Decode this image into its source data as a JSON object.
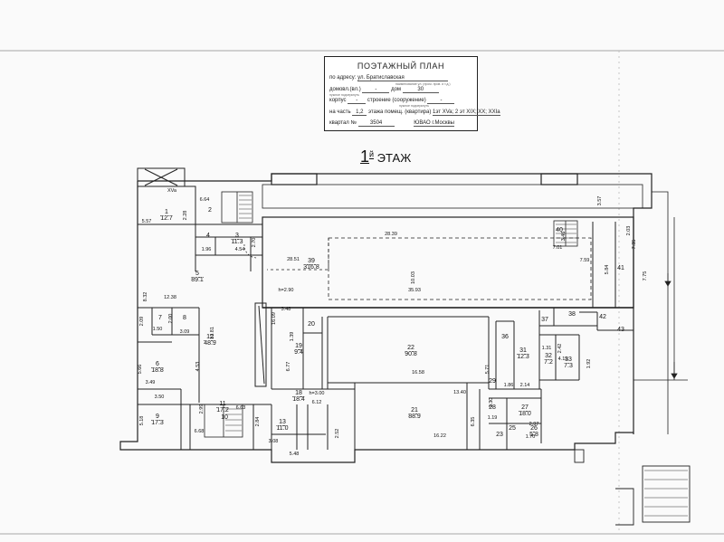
{
  "stamp": {
    "title": "ПОЭТАЖНЫЙ ПЛАН",
    "address_label": "по адресу:",
    "address_value": "ул. Братиславская",
    "address_hint": "наименование ул. (пром. пров. и т.д.)",
    "house_label": "домовл.(вл.)",
    "house_value": "-",
    "dom_label": "дом",
    "dom_value": "30",
    "house_hint": "нужное подчеркнуть",
    "korpus_label": "корпус",
    "korpus_value": "-",
    "stroenie_label": "строение (сооружение)",
    "stroenie_value": "-",
    "stroenie_hint": "нужное подчеркнуть",
    "part_label": "на часть",
    "part_value": "1,2",
    "part_text": "этажа помещ. (квартира)",
    "part_rooms": "1эт XVa; 2 эт XIX; XX; XXIa",
    "kvartal_label": "квартал №",
    "kvartal_value": "3504",
    "district": "ЮВАО г.Москвы"
  },
  "floor": {
    "number": "1",
    "ordinal": "й",
    "label": "ЭТАЖ"
  },
  "rooms": [
    {
      "num": "1",
      "area": "12.7"
    },
    {
      "num": "2",
      "area": ""
    },
    {
      "num": "3",
      "area": "11.3"
    },
    {
      "num": "4",
      "area": ""
    },
    {
      "num": "5",
      "area": "89.1"
    },
    {
      "num": "6",
      "area": "18.8"
    },
    {
      "num": "7",
      "area": ""
    },
    {
      "num": "8",
      "area": ""
    },
    {
      "num": "9",
      "area": "17.3"
    },
    {
      "num": "10",
      "area": ""
    },
    {
      "num": "11",
      "area": "17.2"
    },
    {
      "num": "12",
      "area": "48.9"
    },
    {
      "num": "13",
      "area": "11.0"
    },
    {
      "num": "18",
      "area": "18.4"
    },
    {
      "num": "19",
      "area": "9.4"
    },
    {
      "num": "20",
      "area": ""
    },
    {
      "num": "21",
      "area": "88.9"
    },
    {
      "num": "22",
      "area": "90.8"
    },
    {
      "num": "23",
      "area": ""
    },
    {
      "num": "25",
      "area": ""
    },
    {
      "num": "26",
      "area": "5.8"
    },
    {
      "num": "27",
      "area": "18.0"
    },
    {
      "num": "28",
      "area": ""
    },
    {
      "num": "29",
      "area": ""
    },
    {
      "num": "31",
      "area": "12.3"
    },
    {
      "num": "32",
      "area": "7.2"
    },
    {
      "num": "33",
      "area": "7.3"
    },
    {
      "num": "36",
      "area": ""
    },
    {
      "num": "37",
      "area": ""
    },
    {
      "num": "38",
      "area": ""
    },
    {
      "num": "39",
      "area": "316.8"
    },
    {
      "num": "40",
      "area": ""
    },
    {
      "num": "41",
      "area": ""
    },
    {
      "num": "42",
      "area": ""
    },
    {
      "num": "43",
      "area": ""
    }
  ],
  "dims": [
    "XVa",
    "6.64",
    "5.57",
    "2.28",
    "2.70",
    "1.96",
    "4.54",
    "28.51",
    "28.39",
    "10.03",
    "35.93",
    "3.57",
    "2.03",
    "3.46",
    "7.01",
    "7.59",
    "5.84",
    "7.35",
    "7.75",
    "8.32",
    "12.38",
    "h=2.90",
    "16.09",
    "3.48",
    "2.09",
    "2.00",
    "1.50",
    "3.09",
    "13.81",
    "4.53",
    "5.66",
    "3.49",
    "3.50",
    "1.39",
    "6.77",
    "16.58",
    "5.71",
    "2.42",
    "1.31",
    "1.92",
    "2.14",
    "1.86",
    "1.19",
    "3.30",
    "13.40",
    "h=3.00",
    "6.12",
    "2.99",
    "6.63",
    "5.18",
    "6.68",
    "2.84",
    "3.08",
    "2.52",
    "6.35",
    "16.22",
    "2.97",
    "1.70",
    "5.48",
    "4.15"
  ]
}
